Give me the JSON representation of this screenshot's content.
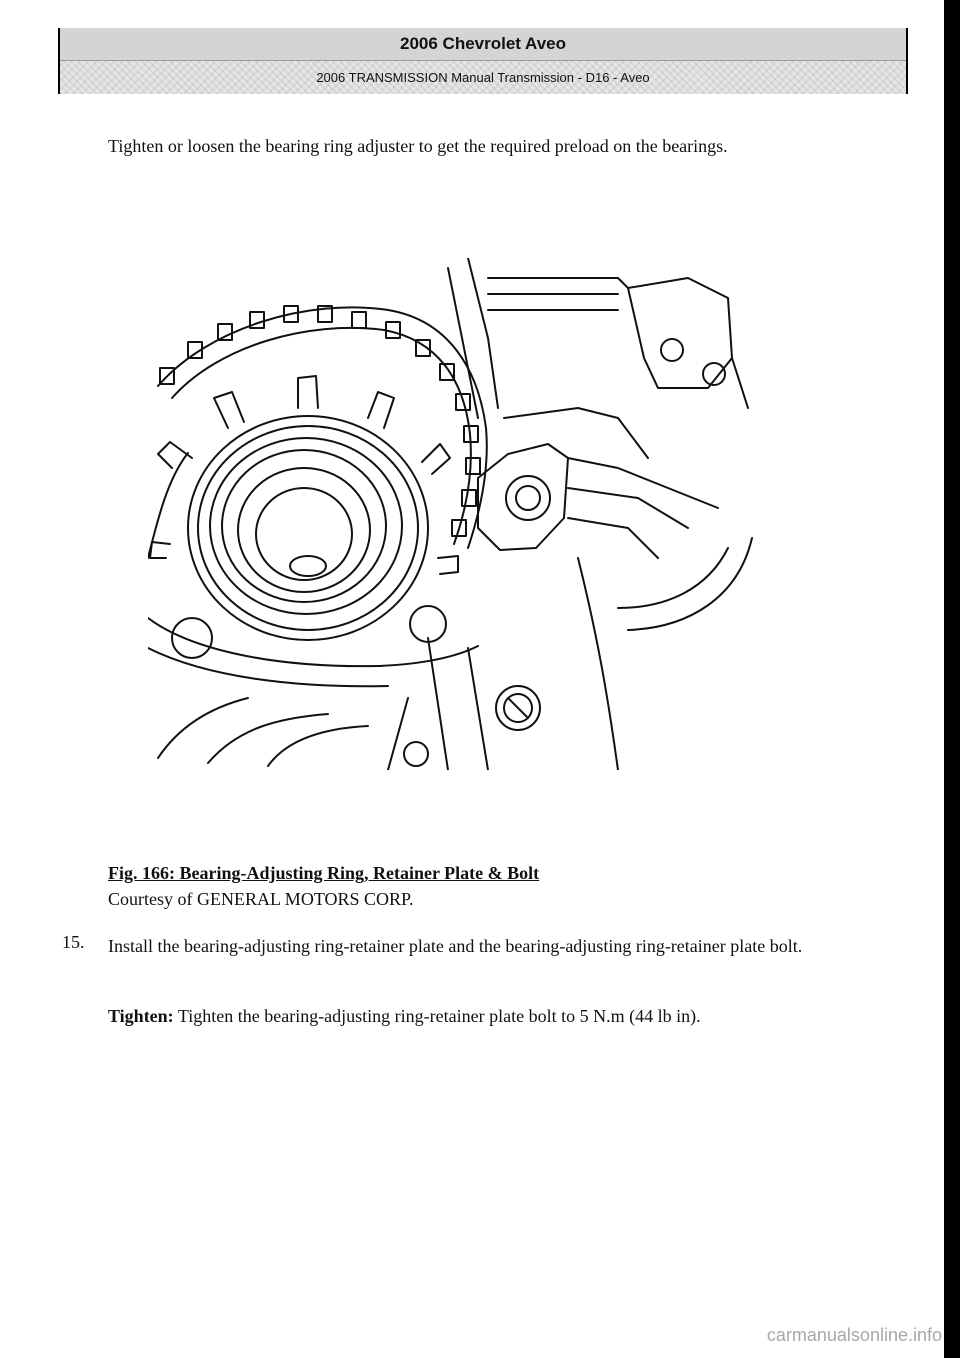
{
  "header": {
    "title": "2006 Chevrolet Aveo",
    "subtitle": "2006 TRANSMISSION Manual Transmission - D16 - Aveo"
  },
  "intro": "Tighten or loosen the bearing ring adjuster to get the required preload on the bearings.",
  "figure": {
    "title": "Fig. 166: Bearing-Adjusting Ring, Retainer Plate & Bolt",
    "courtesy": "Courtesy of GENERAL MOTORS CORP."
  },
  "step": {
    "number": "15.",
    "text": "Install the bearing-adjusting ring-retainer plate and the bearing-adjusting ring-retainer plate bolt.",
    "tighten_label": "Tighten:",
    "tighten_text": "Tighten the bearing-adjusting ring-retainer plate bolt to 5 N.m (44 lb in)."
  },
  "watermark": "carmanualsonline.info"
}
